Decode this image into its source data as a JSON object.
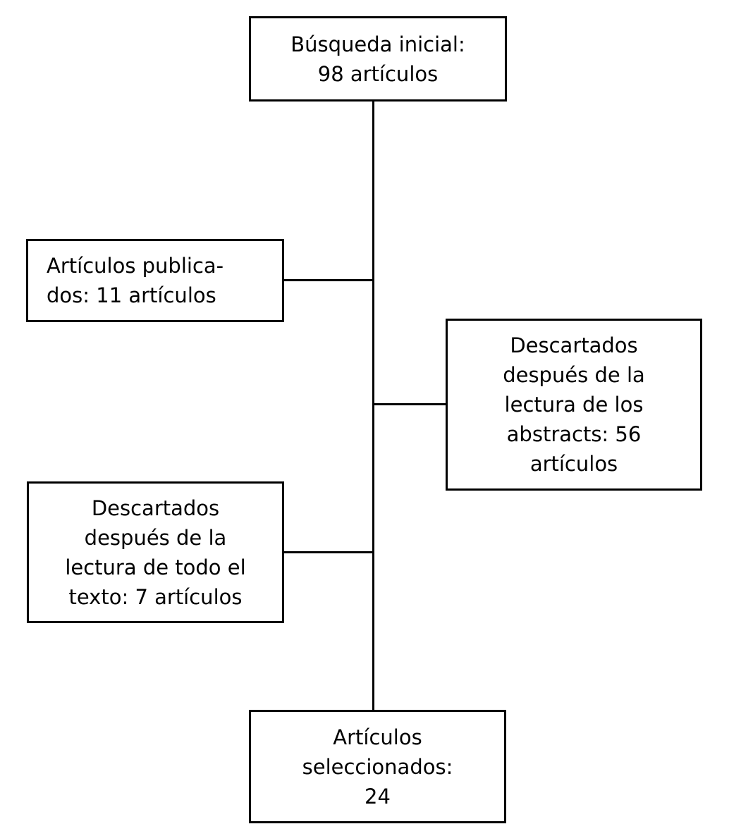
{
  "flowchart": {
    "background_color": "#ffffff",
    "line_color": "#000000",
    "text_color": "#000000",
    "nodes": {
      "initial_search": {
        "text": "Búsqueda inicial:\n98 artículos",
        "count": 98
      },
      "published": {
        "text": "Artículos publica-\ndos: 11 artículos",
        "count": 11
      },
      "discarded_abstracts": {
        "text": "Descartados\ndespués de la\nlectura de los\nabstracts: 56\nartículos",
        "count": 56
      },
      "discarded_fulltext": {
        "text": "Descartados\ndespués de la\nlectura de todo el\ntexto: 7 artículos",
        "count": 7
      },
      "selected": {
        "text": "Artículos\nseleccionados:\n24",
        "count": 24
      }
    }
  }
}
